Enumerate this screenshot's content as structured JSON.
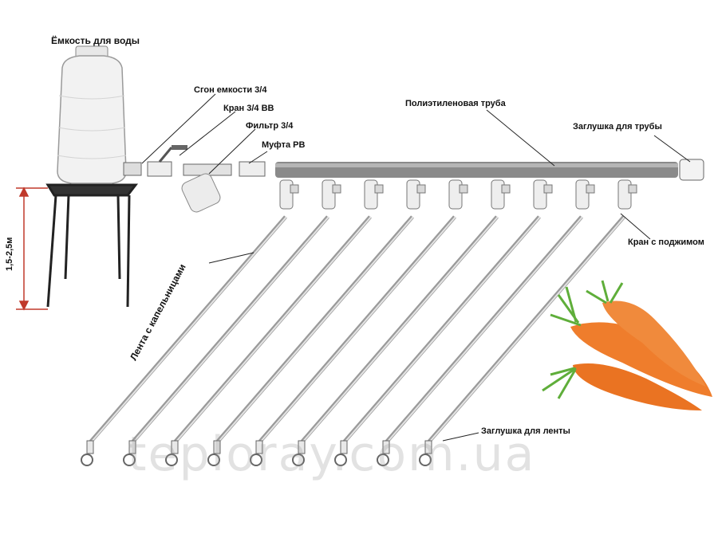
{
  "labels": {
    "tank": "Ёмкость для воды",
    "tank_fitting": "Сгон емкости 3/4",
    "valve": "Кран 3/4 ВВ",
    "filter": "Фильтр 3/4",
    "coupling": "Муфта РВ",
    "pipe": "Полиэтиленовая труба",
    "pipe_cap": "Заглушка для трубы",
    "tap": "Кран с поджимом",
    "tape": "Лента с капельницами",
    "tape_cap": "Заглушка для ленты",
    "height": "1,5-2,5м"
  },
  "watermark": "teploray.com.ua",
  "diagram": {
    "drip_lines": 9
  },
  "colors": {
    "pipe": "#8a8a8a",
    "tank": "#f2f2f2",
    "carrot": "#ef7d2c",
    "carrot_leaf": "#5fae3a",
    "height_arrow": "#c0392b"
  }
}
